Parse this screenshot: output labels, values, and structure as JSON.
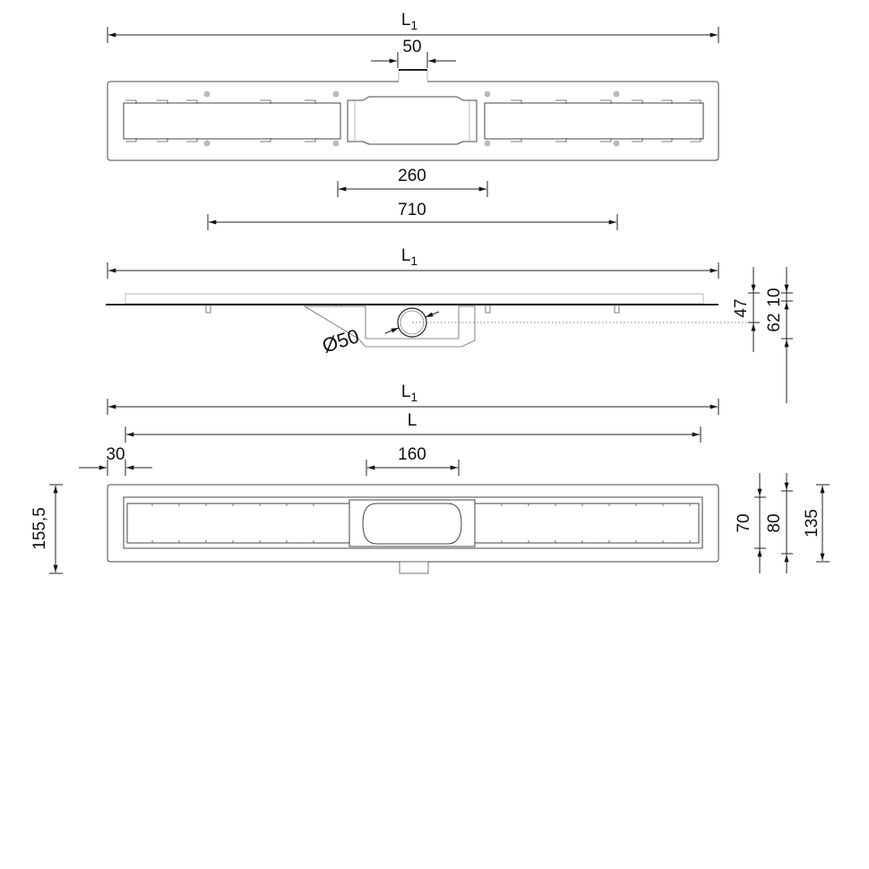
{
  "top_view": {
    "overall_length": "L",
    "overall_length_sub": "1",
    "outlet_width": "50",
    "center_span": "260",
    "fixing_span": "710"
  },
  "side_view": {
    "overall_length": "L",
    "overall_length_sub": "1",
    "pipe_diameter": "Ø50",
    "height_47": "47",
    "height_10": "10",
    "height_62": "62"
  },
  "bottom_view": {
    "overall_length": "L",
    "overall_length_sub": "1",
    "channel_length": "L",
    "edge_offset": "30",
    "body_width": "160",
    "total_depth": "155,5",
    "grate_width": "70",
    "channel_width": "80",
    "plate_width": "135"
  }
}
